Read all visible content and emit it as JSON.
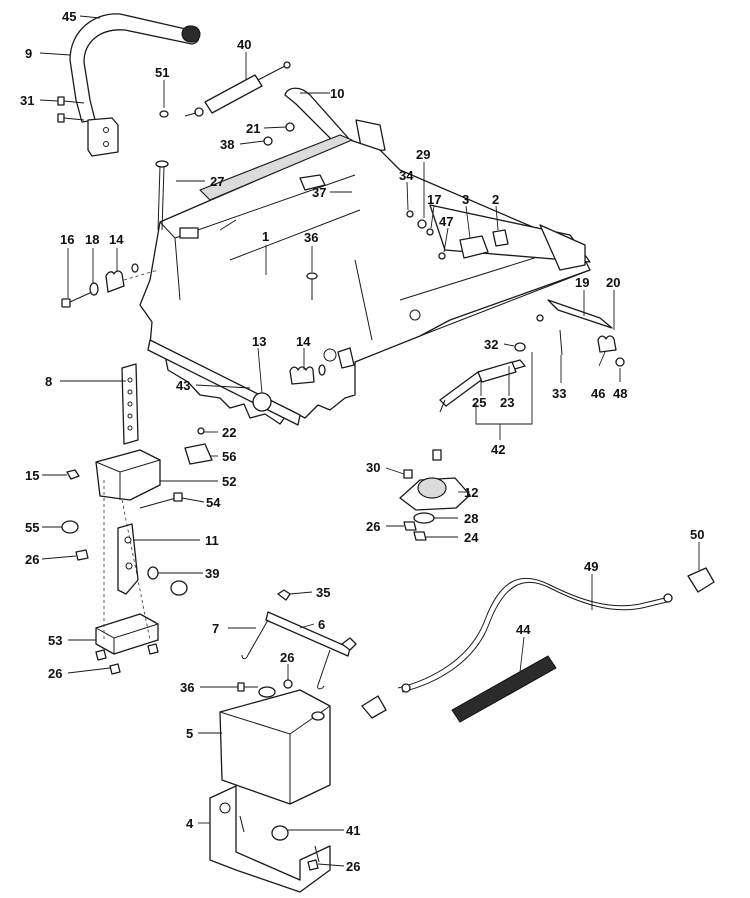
{
  "callouts": {
    "c1": "1",
    "c2": "2",
    "c3": "3",
    "c4": "4",
    "c5": "5",
    "c6": "6",
    "c7": "7",
    "c8": "8",
    "c9": "9",
    "c10": "10",
    "c11": "11",
    "c12": "12",
    "c13": "13",
    "c14a": "14",
    "c14b": "14",
    "c15": "15",
    "c16": "16",
    "c17": "17",
    "c18": "18",
    "c19": "19",
    "c20": "20",
    "c21": "21",
    "c22": "22",
    "c23": "23",
    "c24": "24",
    "c25": "25",
    "c26a": "26",
    "c26b": "26",
    "c26c": "26",
    "c26d": "26",
    "c26e": "26",
    "c27": "27",
    "c28": "28",
    "c29": "29",
    "c30": "30",
    "c31": "31",
    "c32": "32",
    "c33": "33",
    "c34": "34",
    "c35": "35",
    "c36a": "36",
    "c36b": "36",
    "c37": "37",
    "c38": "38",
    "c39": "39",
    "c40": "40",
    "c41": "41",
    "c42": "42",
    "c43": "43",
    "c44": "44",
    "c45": "45",
    "c46": "46",
    "c47": "47",
    "c48": "48",
    "c49": "49",
    "c50": "50",
    "c51": "51",
    "c52": "52",
    "c53": "53",
    "c54": "54",
    "c55": "55",
    "c56": "56"
  }
}
